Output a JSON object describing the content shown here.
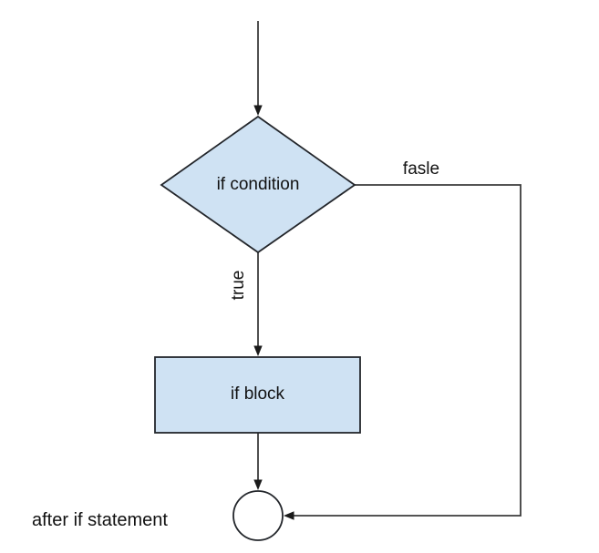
{
  "diagram": {
    "type": "flowchart",
    "topic": "if statement control flow",
    "colors": {
      "background": "#ffffff",
      "shape_fill": "#cfe2f3",
      "shape_stroke": "#23262b",
      "connector": "#3c3c3c",
      "text": "#111111"
    },
    "nodes": {
      "condition": {
        "label": "if condition",
        "shape": "diamond",
        "fill": "#cfe2f3"
      },
      "if_block": {
        "label": "if block",
        "shape": "rectangle",
        "fill": "#cfe2f3"
      },
      "end_connector": {
        "label": "after if statement",
        "shape": "circle",
        "fill": "#ffffff"
      }
    },
    "edges": {
      "true_label": "true",
      "false_label": "fasle"
    }
  }
}
